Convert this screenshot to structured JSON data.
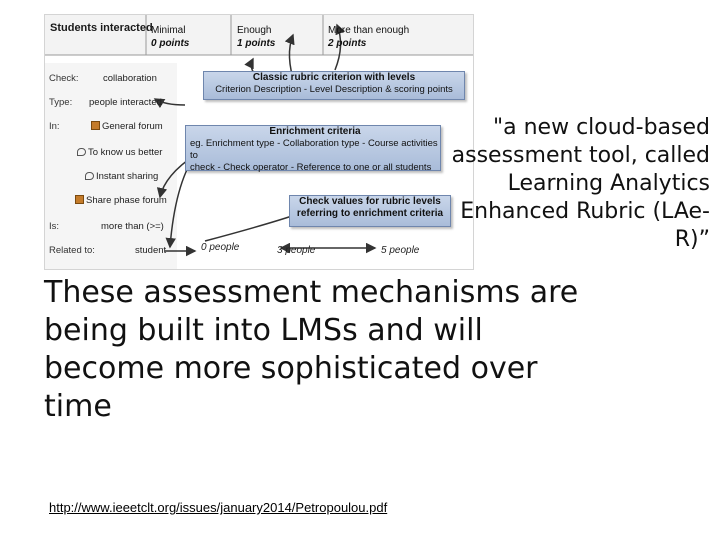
{
  "figure": {
    "header_title": "Students interacted",
    "levels": [
      {
        "name": "Minimal",
        "points": "0 points"
      },
      {
        "name": "Enough",
        "points": "1 points"
      },
      {
        "name": "More than enough",
        "points": "2 points"
      }
    ],
    "rows": {
      "check": {
        "key": "Check:",
        "value": "collaboration"
      },
      "type": {
        "key": "Type:",
        "value": "people interacted"
      },
      "in": {
        "key": "In:",
        "values": [
          "General forum",
          "To know us better",
          "Instant sharing",
          "Share phase forum"
        ]
      },
      "is": {
        "key": "Is:",
        "value": "more than (>=)"
      },
      "related": {
        "key": "Related to:",
        "value": "student"
      }
    },
    "scale": [
      "0 people",
      "3 people",
      "5 people"
    ],
    "callouts": {
      "classic": {
        "title": "Classic rubric criterion with levels",
        "line": "Criterion Description - Level Description & scoring points"
      },
      "enrichment": {
        "title": "Enrichment criteria",
        "line1": "eg. Enrichment type - Collaboration type - Course activities to",
        "line2": "check - Check operator - Reference to one or all students"
      },
      "check_values": {
        "line1": "Check values for rubric levels",
        "line2": "referring to enrichment criteria"
      }
    }
  },
  "quote": "\"a new cloud-based assessment tool, called Learning Analytics Enhanced Rubric (LAe-R)”",
  "main_text": "These assessment mechanisms are being built into LMSs and will become more sophisticated over time",
  "source_link": "http://www.ieeetclt.org/issues/january2014/Petropoulou.pdf",
  "colors": {
    "callout_fill": "#b8c8e2",
    "callout_border": "#6f86ad",
    "arrow": "#333333"
  }
}
